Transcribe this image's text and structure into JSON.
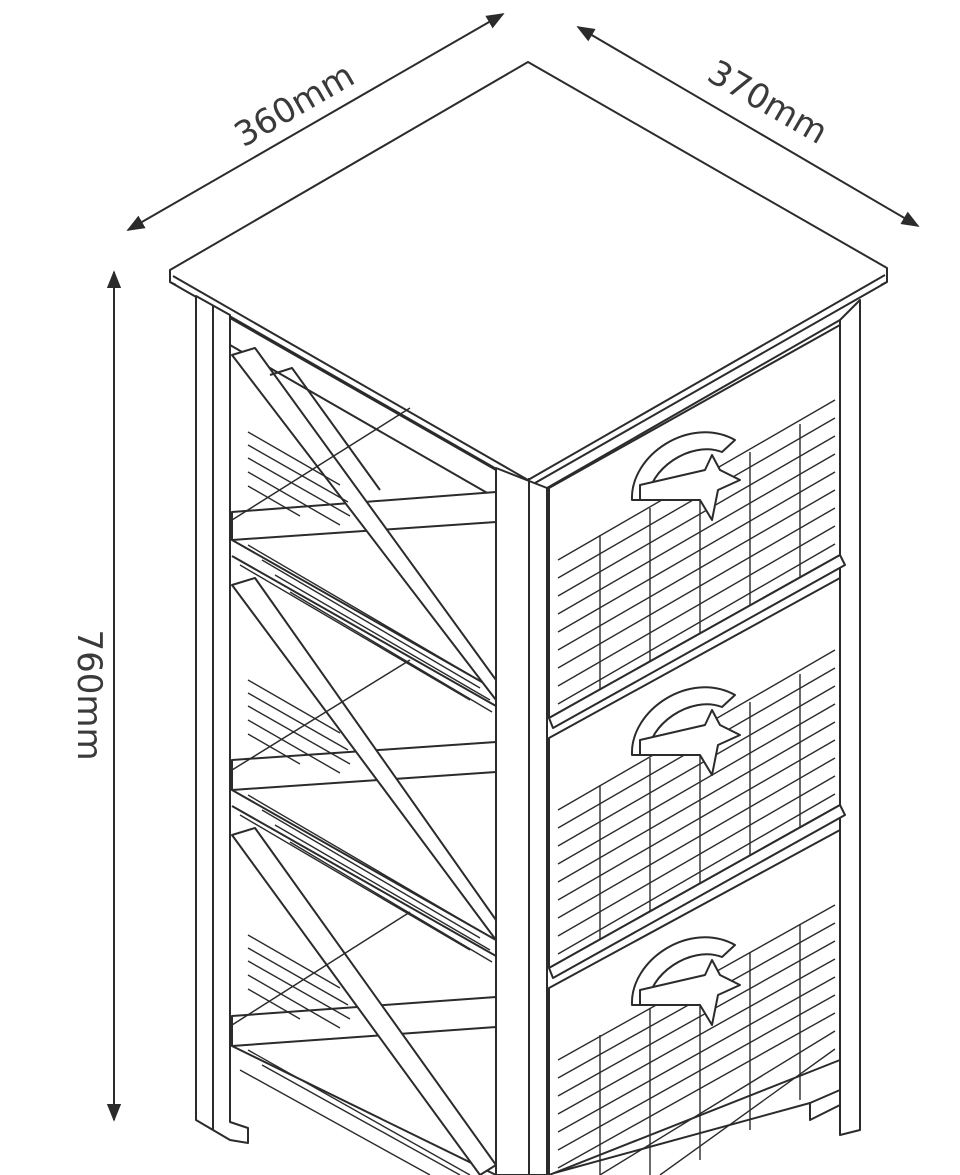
{
  "dimensions": {
    "width": "360mm",
    "depth": "370mm",
    "height": "760mm"
  },
  "colors": {
    "line": "#2b2b2b",
    "dimension": "#3a3a3a",
    "background": "#ffffff",
    "fill": "#ffffff"
  },
  "drawers": [
    {
      "handle": "crescent-handle"
    },
    {
      "handle": "crescent-handle"
    },
    {
      "handle": "crescent-handle"
    }
  ]
}
